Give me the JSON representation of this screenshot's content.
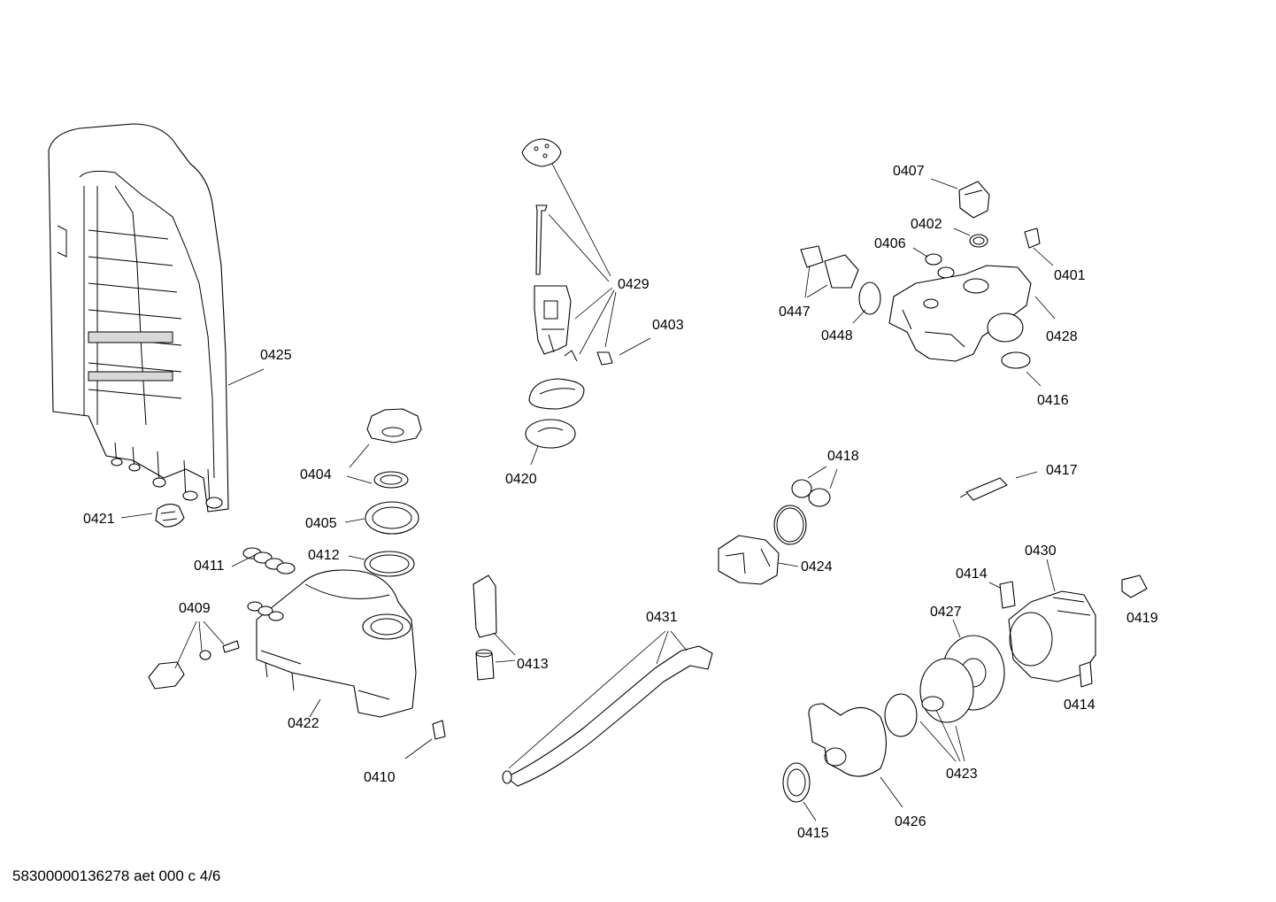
{
  "labels": {
    "p0407": "0407",
    "p0402": "0402",
    "p0406": "0406",
    "p0401": "0401",
    "p0447": "0447",
    "p0448": "0448",
    "p0428": "0428",
    "p0416": "0416",
    "p0429": "0429",
    "p0403": "0403",
    "p0420": "0420",
    "p0425": "0425",
    "p0421": "0421",
    "p0404": "0404",
    "p0405": "0405",
    "p0411": "0411",
    "p0412": "0412",
    "p0409": "0409",
    "p0422": "0422",
    "p0410": "0410",
    "p0413": "0413",
    "p0431": "0431",
    "p0418": "0418",
    "p0417": "0417",
    "p0424": "0424",
    "p0430": "0430",
    "p0414a": "0414",
    "p0414b": "0414",
    "p0419": "0419",
    "p0427": "0427",
    "p0423": "0423",
    "p0426": "0426",
    "p0415": "0415"
  },
  "footer": {
    "drawing_id": "58300000136278 aet 000 c 4/6"
  }
}
